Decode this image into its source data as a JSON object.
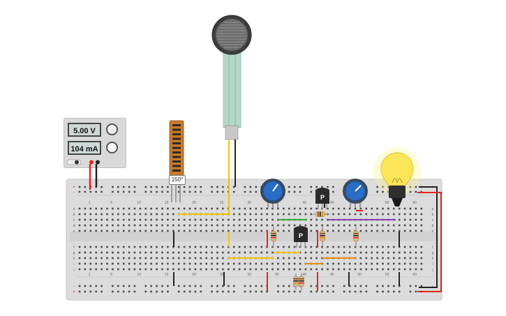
{
  "power_supply": {
    "voltage": "5.00 V",
    "current": "104 mA",
    "terminals": [
      "red",
      "black"
    ]
  },
  "flex_sensor": {
    "angle": "150°"
  },
  "force_sensor": {
    "label": ""
  },
  "breadboard": {
    "column_numbers": [
      "1",
      "5",
      "10",
      "15",
      "20",
      "25",
      "30",
      "35",
      "40",
      "45",
      "50",
      "55",
      "60"
    ],
    "row_letters_top": [
      "a",
      "b",
      "c",
      "d",
      "e"
    ],
    "row_letters_bottom": [
      "f",
      "g",
      "h",
      "i",
      "j"
    ],
    "rail_signs": [
      "+",
      "-"
    ]
  },
  "transistors": [
    {
      "label": "P"
    },
    {
      "label": "P"
    }
  ],
  "potentiometers": [
    {
      "label": ""
    },
    {
      "label": ""
    }
  ],
  "light_bulb": {
    "state": "on"
  },
  "colors": {
    "wire_red": "#e0261f",
    "wire_black": "#222222",
    "wire_yellow": "#f2c500",
    "wire_green": "#3aa83a",
    "wire_purple": "#8a3fb0",
    "wire_orange": "#f08a00",
    "breadboard": "#dcdcdc",
    "bulb_glow": "#fff38a"
  }
}
